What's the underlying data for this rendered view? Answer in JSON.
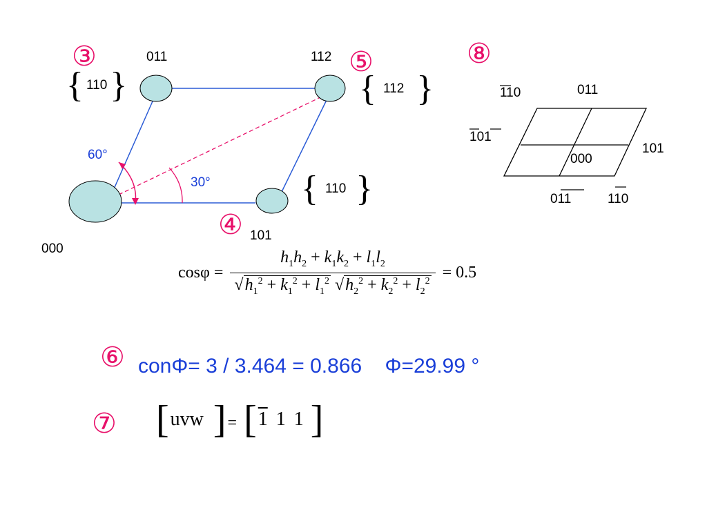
{
  "colors": {
    "accent_pink": "#e8116a",
    "blue": "#1a3fd8",
    "line_blue": "#2b5cd6",
    "node_fill": "#b9e2e3"
  },
  "markers": {
    "m3": "③",
    "m4": "④",
    "m5": "⑤",
    "m6": "⑥",
    "m7": "⑦",
    "m8": "⑧"
  },
  "left_diagram": {
    "node_000": "000",
    "node_011": "011",
    "node_112": "112",
    "node_101": "101",
    "plane_110_top": "110",
    "plane_112": "112",
    "plane_110_bottom": "110",
    "angle_60": "60°",
    "angle_30": "30°"
  },
  "right_diagram": {
    "label_top_left": "110",
    "label_top": "011",
    "label_left": "101",
    "label_right": "101",
    "label_center": "000",
    "label_bottom_mid": "011",
    "label_bottom_right": "110"
  },
  "formula": {
    "lhs": "cosφ =",
    "rhs": "= 0.5"
  },
  "result": {
    "text": "conΦ= 3 / 3.464 = 0.866    Φ=29.99 °"
  },
  "uvw": {
    "lhs": "uvw",
    "equals": "=",
    "v1": "1",
    "v2": "1",
    "v3": "1"
  }
}
